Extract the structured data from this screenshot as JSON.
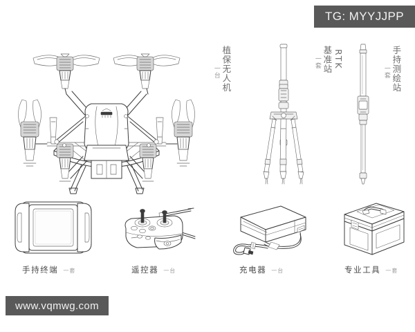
{
  "watermarks": {
    "top_right": "TG: MYYJJPP",
    "bottom_left": "www.vqmwg.com"
  },
  "page": {
    "background_color": "#ffffff",
    "line_color": "#3c3c3c",
    "watermark_bg": "#595959",
    "watermark_text_color": "#f2f2f2",
    "label_color": "#4a4a4a",
    "unit_color": "#9f9f9f"
  },
  "top_row": [
    {
      "id": "plant-protection-drone",
      "icon": "hexacopter-drone-icon",
      "label": "植保无人机",
      "unit": "一台",
      "orientation": "vertical"
    },
    {
      "id": "rtk-base-station",
      "icon": "survey-tripod-icon",
      "label": "RTK基准站",
      "label_latin": "RTK",
      "label_cjk": "基准站",
      "unit": "一套",
      "orientation": "vertical"
    },
    {
      "id": "handheld-survey-station",
      "icon": "survey-pole-icon",
      "label": "手持测绘站",
      "unit": "一套",
      "orientation": "vertical"
    }
  ],
  "bottom_row": [
    {
      "id": "handheld-terminal",
      "icon": "rugged-tablet-icon",
      "label": "手持终端",
      "unit": "一套"
    },
    {
      "id": "remote-controller",
      "icon": "remote-controller-icon",
      "label": "遥控器",
      "unit": "一台"
    },
    {
      "id": "charger",
      "icon": "power-adapter-icon",
      "label": "充电器",
      "unit": "一台"
    },
    {
      "id": "professional-tools",
      "icon": "toolbox-icon",
      "label": "专业工具",
      "unit": "一套"
    }
  ]
}
